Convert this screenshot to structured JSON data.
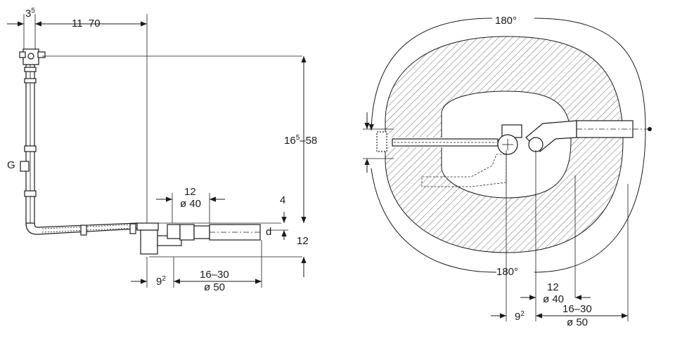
{
  "left_view": {
    "dim_top_small": "3",
    "dim_top_small_sup": "5",
    "dim_top_range": "11–70",
    "dim_height_base": "16",
    "dim_height_sup": "5",
    "dim_height_rest": "–58",
    "label_g": "G",
    "dim_12": "12",
    "dim_dia40": "ø 40",
    "dim_4": "4",
    "label_d": "d",
    "dim_12_right": "12",
    "dim_9": "9",
    "dim_9_sup": "2",
    "dim_16_30": "16–30",
    "dim_dia50": "ø 50"
  },
  "right_view": {
    "angle_top": "180°",
    "angle_bottom": "180°",
    "dim_12": "12",
    "dim_dia40": "ø 40",
    "dim_9": "9",
    "dim_9_sup": "2",
    "dim_16_30": "16–30",
    "dim_dia50": "ø 50"
  }
}
